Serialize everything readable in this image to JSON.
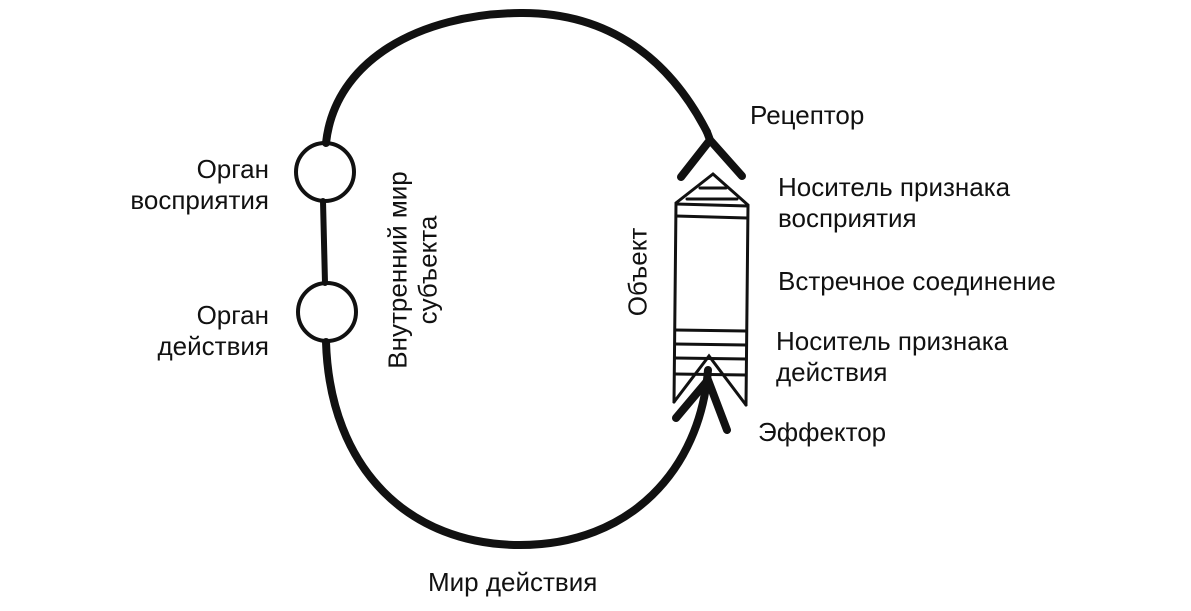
{
  "labels": {
    "receptor": "Рецептор",
    "perception_carrier_1": "Носитель признака",
    "perception_carrier_2": "восприятия",
    "counter_connection": "Встречное соединение",
    "action_carrier_1": "Носитель признака",
    "action_carrier_2": "действия",
    "effector": "Эффектор",
    "action_world": "Мир действия",
    "perception_organ_1": "Орган",
    "perception_organ_2": "восприятия",
    "action_organ_1": "Орган",
    "action_organ_2": "действия",
    "inner_world_1": "Внутренний мир",
    "inner_world_2": "субъекта",
    "object": "Объект"
  },
  "colors": {
    "stroke": "#111111",
    "background": "#ffffff"
  }
}
